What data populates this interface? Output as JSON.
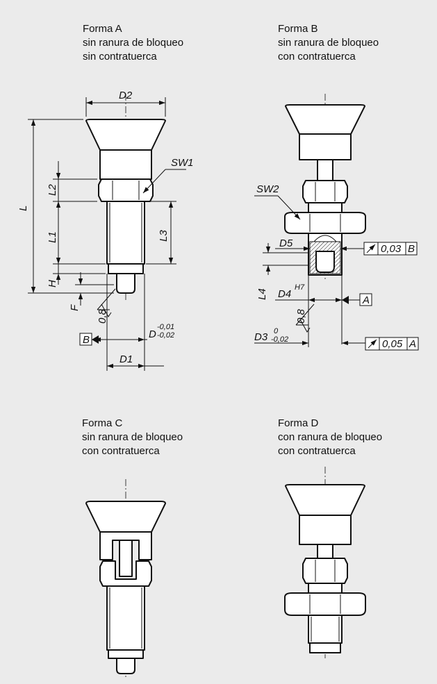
{
  "captions": {
    "a": {
      "l1": "Forma A",
      "l2": "sin ranura de bloqueo",
      "l3": "sin contratuerca"
    },
    "b": {
      "l1": "Forma B",
      "l2": "sin ranura de bloqueo",
      "l3": "con contratuerca"
    },
    "c": {
      "l1": "Forma C",
      "l2": "sin ranura de bloqueo",
      "l3": "con contratuerca"
    },
    "d": {
      "l1": "Forma D",
      "l2": "con ranura de bloqueo",
      "l3": "con contratuerca"
    }
  },
  "dims_a": {
    "d2": "D2",
    "sw1": "SW1",
    "l": "L",
    "l2": "L2",
    "l1": "L1",
    "l3": "L3",
    "h": "H",
    "f": "F",
    "rough": "0,8",
    "datum_b": "B",
    "d": "D",
    "d_up": "-0,01",
    "d_lo": "-0,02",
    "d1": "D1"
  },
  "dims_b": {
    "sw2": "SW2",
    "d5": "D5",
    "l4": "L4",
    "d4": "D4",
    "d4_fit": "H7",
    "rough": "0,8",
    "d3": "D3",
    "d3_up": "0",
    "d3_lo": "-0,02",
    "tol1_value": "0,03",
    "tol1_datum": "B",
    "tol2_value": "0,05",
    "tol2_datum": "A",
    "datum_a": "A"
  }
}
